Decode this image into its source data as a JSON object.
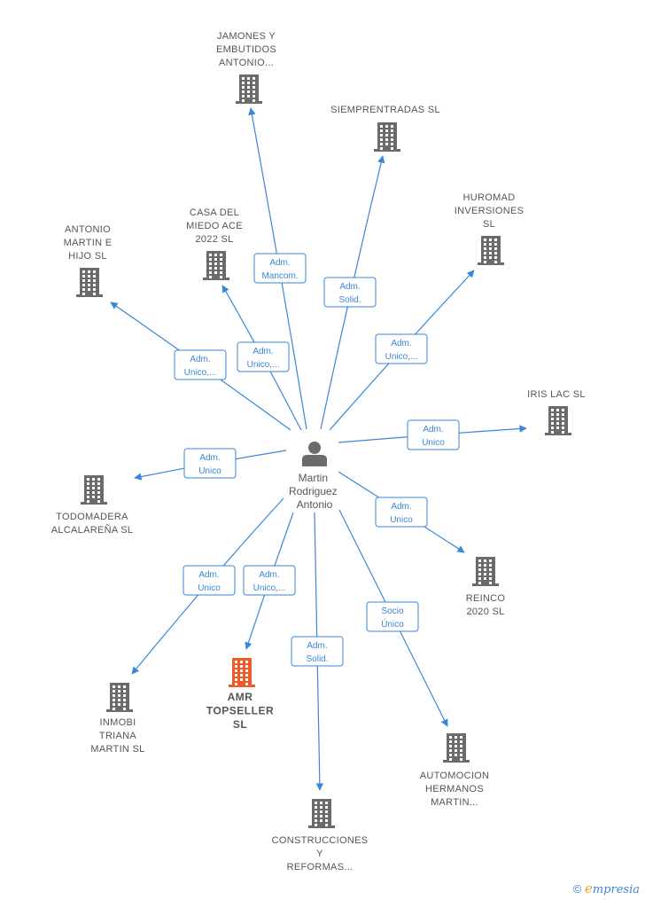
{
  "center": {
    "label_lines": [
      "Martin",
      "Rodriguez",
      "Antonio"
    ]
  },
  "companies": [
    {
      "id": "jamones",
      "label_lines": [
        "JAMONES Y",
        "EMBUTIDOS",
        "ANTONIO..."
      ],
      "highlight": false
    },
    {
      "id": "siempre",
      "label_lines": [
        "SIEMPRENTRADAS SL"
      ],
      "highlight": false
    },
    {
      "id": "huromad",
      "label_lines": [
        "HUROMAD",
        "INVERSIONES",
        "SL"
      ],
      "highlight": false
    },
    {
      "id": "antonio",
      "label_lines": [
        "ANTONIO",
        "MARTIN E",
        "HIJO  SL"
      ],
      "highlight": false
    },
    {
      "id": "casa",
      "label_lines": [
        "CASA DEL",
        "MIEDO ACE",
        "2022  SL"
      ],
      "highlight": false
    },
    {
      "id": "iris",
      "label_lines": [
        "IRIS LAC SL"
      ],
      "highlight": false
    },
    {
      "id": "todomadera",
      "label_lines": [
        "TODOMADERA",
        "ALCALAREÑA SL"
      ],
      "highlight": false
    },
    {
      "id": "reinco",
      "label_lines": [
        "REINCO",
        "2020  SL"
      ],
      "highlight": false
    },
    {
      "id": "amr",
      "label_lines": [
        "AMR",
        "TOPSELLER",
        "SL"
      ],
      "highlight": true
    },
    {
      "id": "inmobi",
      "label_lines": [
        "INMOBI",
        "TRIANA",
        "MARTIN  SL"
      ],
      "highlight": false
    },
    {
      "id": "automocion",
      "label_lines": [
        "AUTOMOCION",
        "HERMANOS",
        "MARTIN..."
      ],
      "highlight": false
    },
    {
      "id": "construcciones",
      "label_lines": [
        "CONSTRUCCIONES",
        "Y",
        "REFORMAS..."
      ],
      "highlight": false
    }
  ],
  "edges": [
    {
      "to": "jamones",
      "label_lines": [
        "Adm.",
        "Mancom."
      ]
    },
    {
      "to": "siempre",
      "label_lines": [
        "Adm.",
        "Solid."
      ]
    },
    {
      "to": "huromad",
      "label_lines": [
        "Adm.",
        "Unico,..."
      ]
    },
    {
      "to": "antonio",
      "label_lines": [
        "Adm.",
        "Unico,..."
      ]
    },
    {
      "to": "casa",
      "label_lines": [
        "Adm.",
        "Unico,..."
      ]
    },
    {
      "to": "iris",
      "label_lines": [
        "Adm.",
        "Unico"
      ]
    },
    {
      "to": "todomadera",
      "label_lines": [
        "Adm.",
        "Unico"
      ]
    },
    {
      "to": "reinco",
      "label_lines": [
        "Adm.",
        "Unico"
      ]
    },
    {
      "to": "amr",
      "label_lines": [
        "Adm.",
        "Unico,..."
      ]
    },
    {
      "to": "inmobi",
      "label_lines": [
        "Adm.",
        "Unico"
      ]
    },
    {
      "to": "automocion",
      "label_lines": [
        "Socio",
        "Único"
      ]
    },
    {
      "to": "construcciones",
      "label_lines": [
        "Adm.",
        "Solid."
      ]
    }
  ],
  "colors": {
    "edge": "#3a86d8",
    "building": "#6b6b6b",
    "highlight": "#f05a28",
    "person": "#6b6b6b"
  },
  "footer": {
    "copyright": "©",
    "brand_first": "e",
    "brand_rest": "mpresia"
  }
}
